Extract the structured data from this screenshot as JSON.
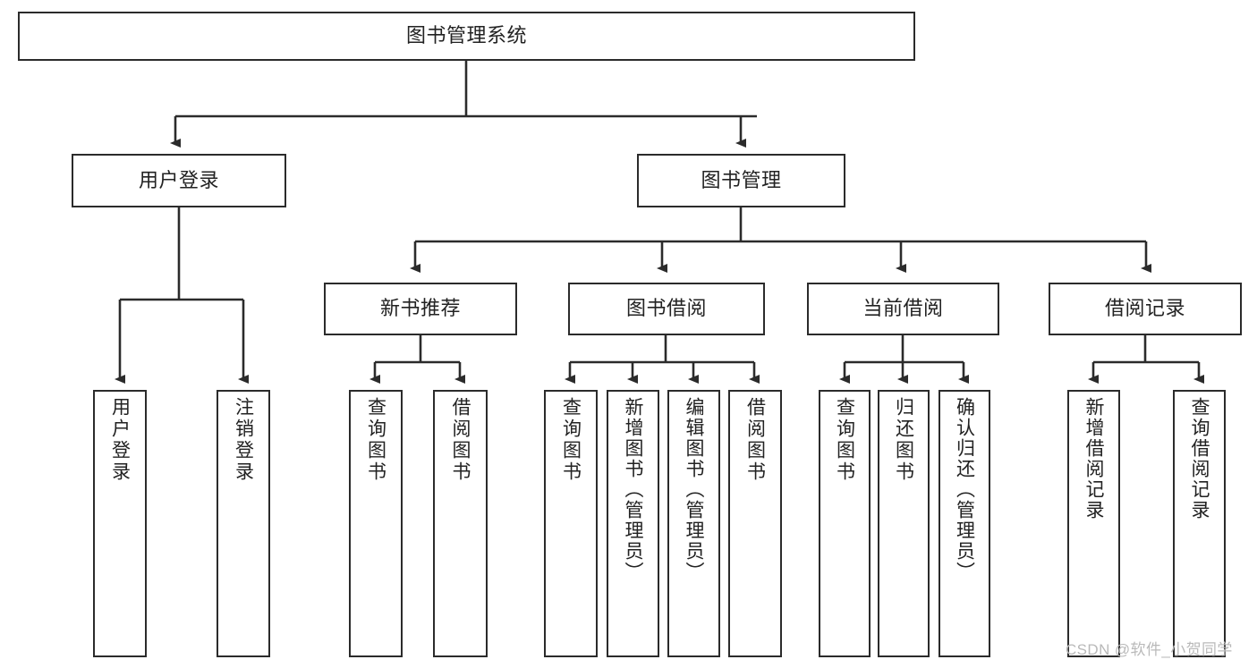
{
  "diagram": {
    "type": "tree-hierarchy-chart",
    "title": "图书管理系统",
    "root": {
      "id": "root",
      "label": "图书管理系统"
    },
    "level2": [
      {
        "id": "user-login",
        "label": "用户登录"
      },
      {
        "id": "book-management",
        "label": "图书管理"
      }
    ],
    "level3": [
      {
        "id": "new-book-recommend",
        "label": "新书推荐",
        "parent": "book-management"
      },
      {
        "id": "book-borrow",
        "label": "图书借阅",
        "parent": "book-management"
      },
      {
        "id": "current-borrow",
        "label": "当前借阅",
        "parent": "book-management"
      },
      {
        "id": "borrow-record",
        "label": "借阅记录",
        "parent": "book-management"
      }
    ],
    "leaves": [
      {
        "id": "leaf-user-login",
        "label": "用户登录",
        "parent": "user-login"
      },
      {
        "id": "leaf-logout-login",
        "label": "注销登录",
        "parent": "user-login"
      },
      {
        "id": "leaf-query-book-1",
        "label": "查询图书",
        "parent": "new-book-recommend"
      },
      {
        "id": "leaf-borrow-book-1",
        "label": "借阅图书",
        "parent": "new-book-recommend"
      },
      {
        "id": "leaf-query-book-2",
        "label": "查询图书",
        "parent": "book-borrow"
      },
      {
        "id": "leaf-add-book",
        "label": "新增图书（管理员）",
        "parent": "book-borrow"
      },
      {
        "id": "leaf-edit-book",
        "label": "编辑图书（管理员）",
        "parent": "book-borrow"
      },
      {
        "id": "leaf-borrow-book-2",
        "label": "借阅图书",
        "parent": "book-borrow"
      },
      {
        "id": "leaf-query-book-3",
        "label": "查询图书",
        "parent": "current-borrow"
      },
      {
        "id": "leaf-return-book",
        "label": "归还图书",
        "parent": "current-borrow"
      },
      {
        "id": "leaf-confirm-return",
        "label": "确认归还（管理员）",
        "parent": "current-borrow"
      },
      {
        "id": "leaf-add-record",
        "label": "新增借阅记录",
        "parent": "borrow-record"
      },
      {
        "id": "leaf-query-record",
        "label": "查询借阅记录",
        "parent": "borrow-record"
      }
    ],
    "colors": {
      "stroke": "#2b2b2b",
      "fill": "#ffffff",
      "text": "#222222",
      "watermark": "#b9b9b9"
    }
  },
  "watermark": {
    "text": "CSDN @软件_小贺同学"
  }
}
